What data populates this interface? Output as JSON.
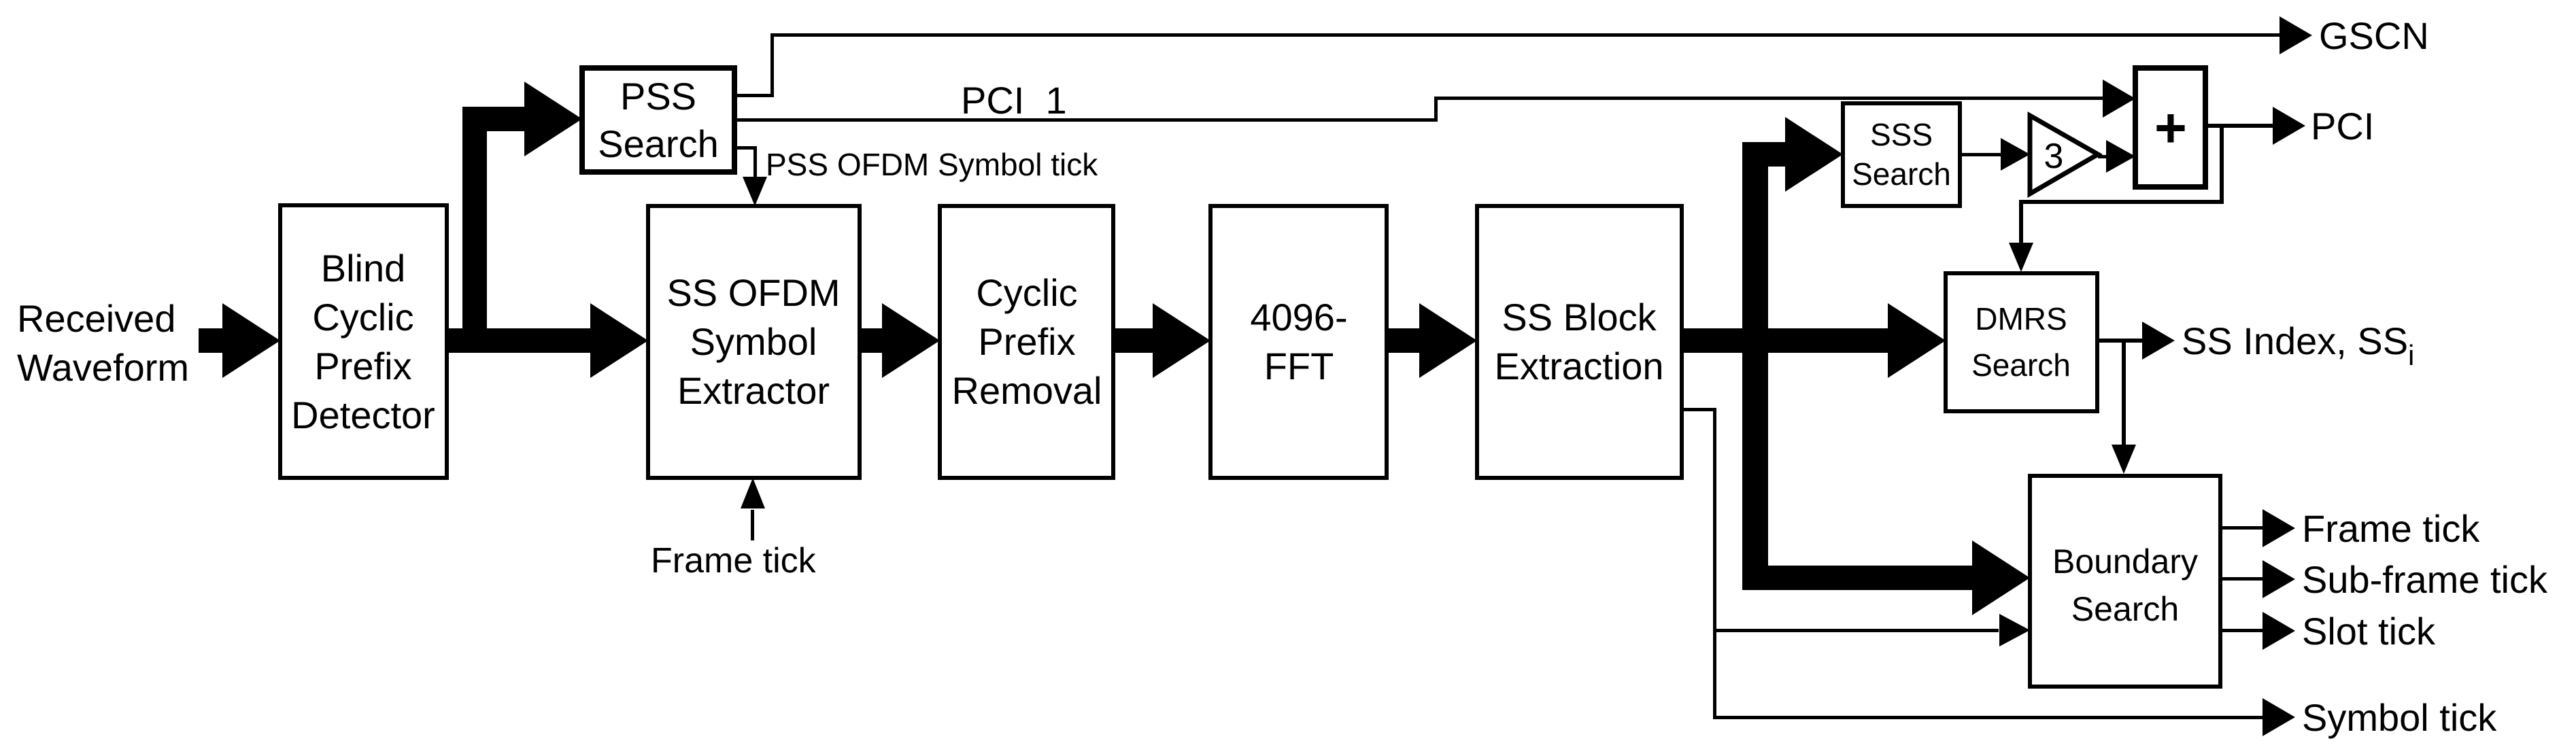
{
  "diagram": {
    "source_label": {
      "lines": [
        "Received",
        "Waveform"
      ]
    },
    "blocks": {
      "blind": {
        "lines": [
          "Blind",
          "Cyclic",
          "Prefix",
          "Detector"
        ]
      },
      "pss": {
        "lines": [
          "PSS",
          "Search"
        ]
      },
      "ss_ofdm": {
        "lines": [
          "SS OFDM",
          "Symbol",
          "Extractor"
        ]
      },
      "cp_removal": {
        "lines": [
          "Cyclic",
          "Prefix",
          "Removal"
        ]
      },
      "fft": {
        "lines": [
          "4096-",
          "FFT"
        ]
      },
      "ss_block": {
        "lines": [
          "SS Block",
          "Extraction"
        ]
      },
      "sss": {
        "lines": [
          "SSS",
          "Search"
        ]
      },
      "dmrs": {
        "lines": [
          "DMRS",
          "Search"
        ]
      },
      "boundary": {
        "lines": [
          "Boundary",
          "Search"
        ]
      },
      "gain": {
        "value": "3"
      },
      "adder": {
        "symbol": "+"
      }
    },
    "labels": {
      "gscn": "GSCN",
      "pci_1": "PCI_1",
      "pci": "PCI",
      "pss_ofdm_symbol_tick": "PSS OFDM Symbol tick",
      "frame_tick_input": "Frame tick",
      "ss_index": "SS Index, SS",
      "ss_index_subscript": "i",
      "frame_tick": "Frame tick",
      "sub_frame_tick": "Sub-frame tick",
      "slot_tick": "Slot tick",
      "symbol_tick": "Symbol tick"
    },
    "colors": {
      "stroke": "#000000",
      "background": "#ffffff"
    }
  }
}
